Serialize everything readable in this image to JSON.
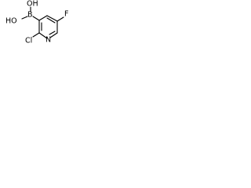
{
  "molecule": {
    "atoms": {
      "oh_top": "OH",
      "oh_bottom": "HO",
      "boron": "B",
      "fluorine": "F",
      "chlorine": "Cl",
      "nitrogen": "N"
    }
  }
}
